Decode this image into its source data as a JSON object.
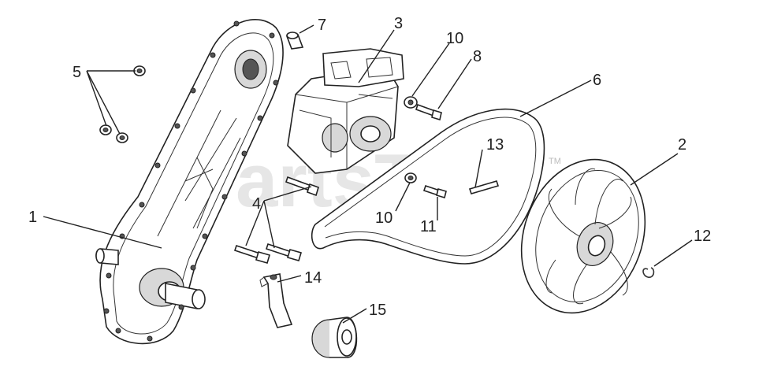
{
  "diagram": {
    "watermark": "PartsTree",
    "watermark_mark": "TM",
    "labels": {
      "p1": "1",
      "p2": "2",
      "p3": "3",
      "p4": "4",
      "p5": "5",
      "p6": "6",
      "p7": "7",
      "p8": "8",
      "p10a": "10",
      "p10b": "10",
      "p11": "11",
      "p12": "12",
      "p13": "13",
      "p14": "14",
      "p15": "15"
    }
  }
}
